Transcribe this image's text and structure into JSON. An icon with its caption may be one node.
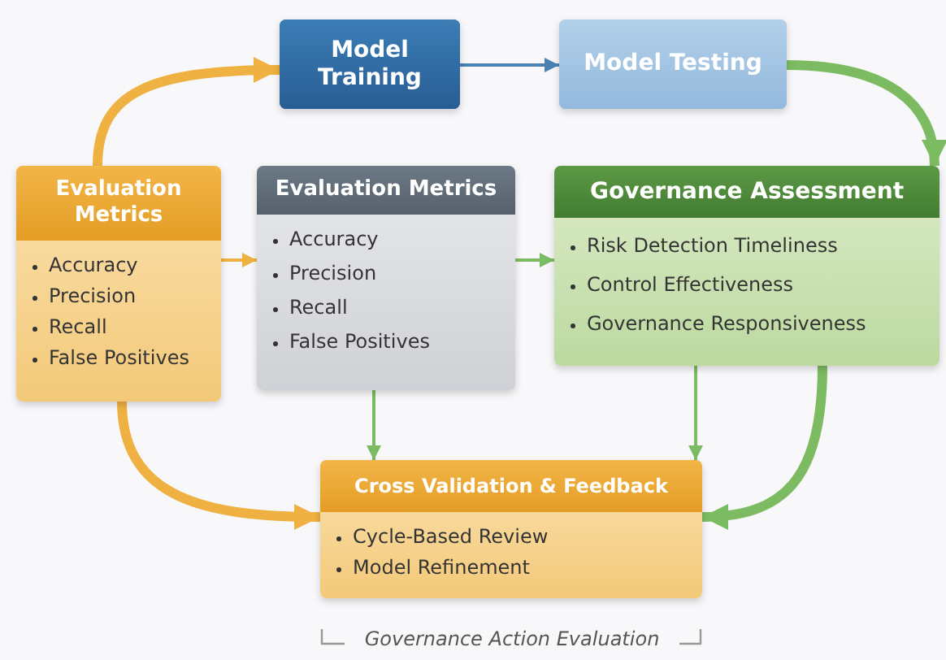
{
  "diagram": {
    "caption": "Governance Action Evaluation",
    "nodes": [
      {
        "text": [
          "Model Training"
        ]
      },
      {
        "text": [
          "Model Testing"
        ]
      },
      {
        "text": [
          "Evaluation Metrics",
          "Accuracy",
          "Precision",
          "Recall",
          "False Positives"
        ]
      },
      {
        "text": [
          "Evaluation Metrics",
          "Accuracy",
          "Precision",
          "Recall",
          "False Positives"
        ]
      },
      {
        "text": [
          "Governance Assessment",
          "Risk Detection Timeliness",
          "Control Effectiveness",
          "Governance Responsiveness"
        ]
      },
      {
        "text": [
          "Cross Validation & Feedback",
          "Cycle-Based Review",
          "Model Refinement"
        ]
      }
    ],
    "edges": [
      {
        "from": 2,
        "to": 0,
        "arrow": "to",
        "style": "thick",
        "color": "#efb141"
      },
      {
        "from": 0,
        "to": 1,
        "arrow": "to",
        "color": "#4a80b2"
      },
      {
        "from": 1,
        "to": 4,
        "arrow": "to",
        "style": "thick"
      },
      {
        "from": 2,
        "to": 3,
        "arrow": "to",
        "color": "#efb141"
      },
      {
        "from": 3,
        "to": 4,
        "arrow": "to"
      },
      {
        "from": 3,
        "to": 5,
        "arrow": "to"
      },
      {
        "from": 4,
        "to": 5,
        "arrow": "to"
      },
      {
        "from": 4,
        "to": 5,
        "arrow": "to",
        "style": "thick"
      },
      {
        "from": 2,
        "to": 5,
        "arrow": "to",
        "style": "thick",
        "color": "#efb141"
      }
    ]
  }
}
